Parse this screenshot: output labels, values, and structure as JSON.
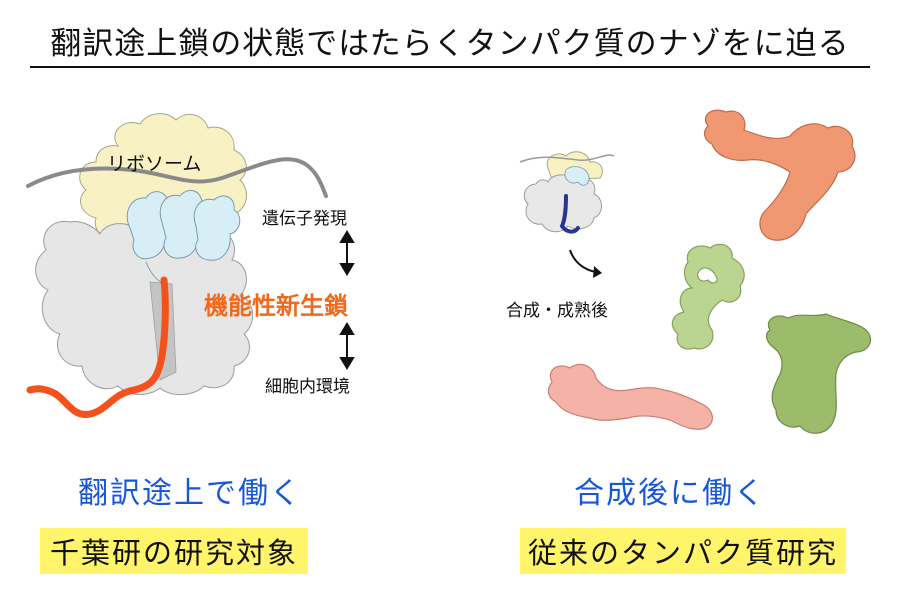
{
  "title": "翻訳途上鎖の状態ではたらくタンパク質のナゾをに迫る",
  "left_panel": {
    "ribosome_label": "リボソーム",
    "gene_expression_label": "遺伝子発現",
    "functional_chain_label": "機能性新生鎖",
    "cell_environment_label": "細胞内環境",
    "caption": "翻訳途上で働く",
    "highlight": "千葉研の研究対象"
  },
  "right_panel": {
    "process_label": "合成・成熟後",
    "caption": "合成後に働く",
    "highlight": "従来のタンパク質研究"
  },
  "colors": {
    "chain_orange": "#f5511d",
    "caption_blue": "#1656d8",
    "highlight_yellow": "#fff46a",
    "functional_orange": "#f06a1c"
  }
}
